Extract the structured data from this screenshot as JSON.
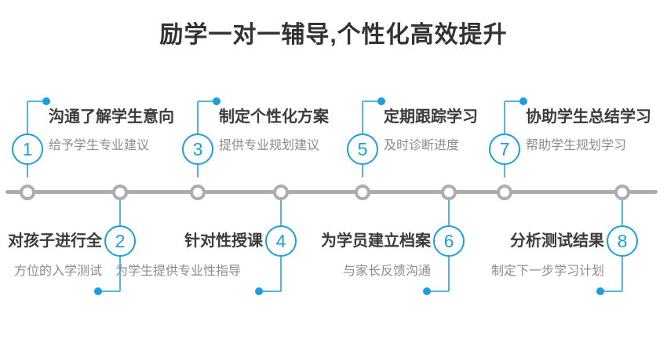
{
  "page": {
    "title": "励学一对一辅导,个性化高效提升"
  },
  "colors": {
    "accent_blue": "#1e9edd",
    "connector_blue": "#54b4e4",
    "timeline_gray": "#adadad",
    "title_dark": "#333333",
    "step_title_dark": "#3b3b3b",
    "subtitle_gray": "#8c8c8c"
  },
  "timeline": {
    "node_count": 8
  },
  "steps": [
    {
      "number": "1",
      "position": "top",
      "title": "沟通了解学生意向",
      "subtitle": "给予学生专业建议"
    },
    {
      "number": "2",
      "position": "bottom",
      "title": "对孩子进行全",
      "subtitle": "方位的入学测试"
    },
    {
      "number": "3",
      "position": "top",
      "title": "制定个性化方案",
      "subtitle": "提供专业规划建议"
    },
    {
      "number": "4",
      "position": "bottom",
      "title": "针对性授课",
      "subtitle": "为学生提供专业性指导"
    },
    {
      "number": "5",
      "position": "top",
      "title": "定期跟踪学习",
      "subtitle": "及时诊断进度"
    },
    {
      "number": "6",
      "position": "bottom",
      "title": "为学员建立档案",
      "subtitle": "与家长反馈沟通"
    },
    {
      "number": "7",
      "position": "top",
      "title": "协助学生总结学习",
      "subtitle": "帮助学生规划学习"
    },
    {
      "number": "8",
      "position": "bottom",
      "title": "分析测试结果",
      "subtitle": "制定下一步学习计划"
    }
  ]
}
